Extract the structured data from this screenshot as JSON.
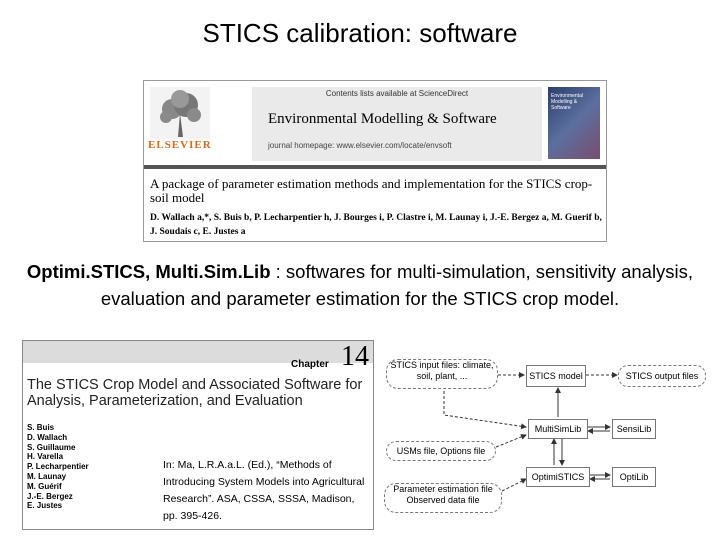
{
  "slide": {
    "title": "STICS calibration: software",
    "description_bold": "Optimi.STICS, Multi.Sim.Lib",
    "description_rest": " : softwares for multi-simulation, sensitivity analysis, evaluation and parameter estimation for the STICS crop model."
  },
  "paper": {
    "available": "Contents lists available at ScienceDirect",
    "journal": "Environmental Modelling & Software",
    "homepage": "journal homepage: www.elsevier.com/locate/envsoft",
    "publisher": "ELSEVIER",
    "cover_title": "Environmental Modelling & Software",
    "article_title": "A package of parameter estimation methods and implementation for the STICS crop-soil model",
    "authors": "D. Wallach a,*, S. Buis b, P. Lecharpentier h, J. Bourges i, P. Clastre i, M. Launay i, J.-E. Bergez a, M. Guerif b, J. Soudais c, E. Justes a"
  },
  "chapter": {
    "label": "Chapter",
    "number": "14",
    "title": "The STICS Crop Model and Associated Software for Analysis, Parameterization, and Evaluation",
    "authors": [
      "S. Buis",
      "D. Wallach",
      "S. Guillaume",
      "H. Varella",
      "P. Lecharpentier",
      "M. Launay",
      "M. Guérif",
      "J.-E. Bergez",
      "E. Justes"
    ],
    "citation": "In: Ma, L.R.A.a.L. (Ed.), “Methods of Introducing System Models into Agricultural Research”. ASA, CSSA, SSSA, Madison, pp. 395-426."
  },
  "flow": {
    "input_files": "STICS input files: climate, soil, plant, ...",
    "stics_model": "STICS model",
    "output_files": "STICS output files",
    "multisimlib": "MultiSimLib",
    "senslib": "SensiLib",
    "usms_file": "USMs file, Options file",
    "optimistics": "OptimiSTICS",
    "optilib": "OptiLib",
    "param_file": "Parameter estimation file Observed data file"
  }
}
